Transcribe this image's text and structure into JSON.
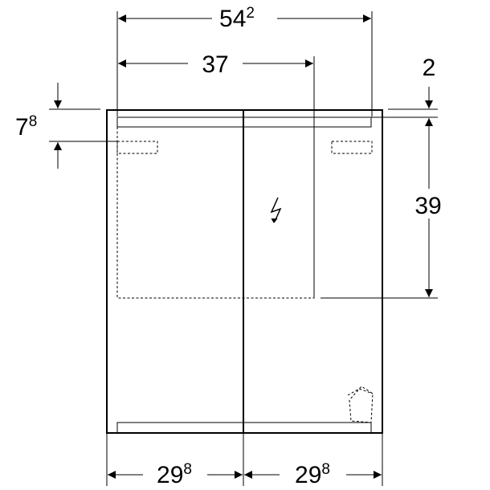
{
  "dimensions": {
    "overall_width": {
      "main": "54",
      "sup": "2"
    },
    "inner_width": {
      "main": "37",
      "sup": ""
    },
    "top_offset": {
      "main": "2",
      "sup": ""
    },
    "light_height": {
      "main": "7",
      "sup": "8"
    },
    "socket_height": {
      "main": "39",
      "sup": ""
    },
    "left_door_width": {
      "main": "29",
      "sup": "8"
    },
    "right_door_width": {
      "main": "29",
      "sup": "8"
    }
  },
  "symbols": {
    "power": "lightning-icon"
  },
  "colors": {
    "line": "#000000",
    "background": "#ffffff"
  }
}
